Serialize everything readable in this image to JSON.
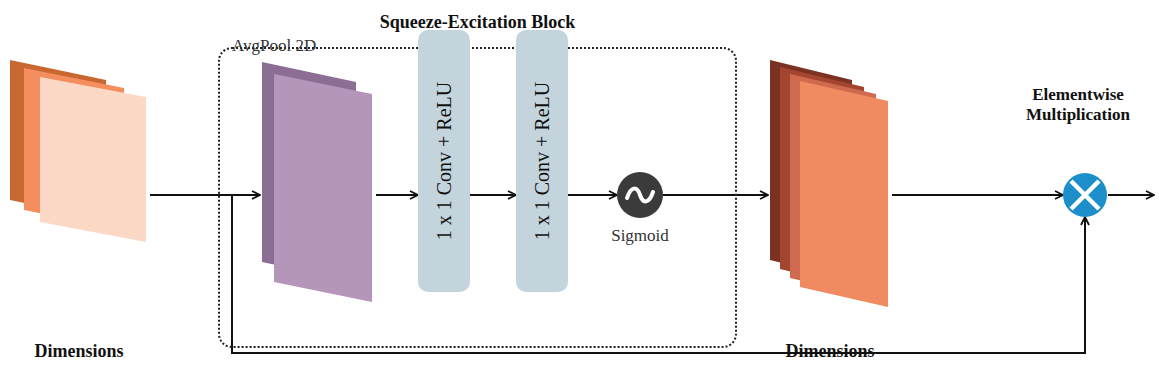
{
  "diagram": {
    "nodes": [
      {
        "text": [
          "Dimensions"
        ]
      },
      {
        "text": [
          "Squeeze-Excitation Block"
        ]
      },
      {
        "text": [
          "AvgPool 2D"
        ],
        "in": 1
      },
      {
        "text": [
          "1 x 1 Conv + ReLU"
        ],
        "in": 1
      },
      {
        "text": [
          "1 x 1 Conv + ReLU"
        ],
        "in": 1
      },
      {
        "text": [
          "Sigmoid"
        ],
        "in": 1
      },
      {
        "text": [
          "Dimensions"
        ]
      },
      {
        "text": [
          "Elementwise Multiplication"
        ]
      }
    ],
    "edges": [
      {
        "from": 0,
        "to": 2,
        "arrow": "to"
      },
      {
        "from": 2,
        "to": 3,
        "arrow": "to"
      },
      {
        "from": 3,
        "to": 4,
        "arrow": "to"
      },
      {
        "from": 4,
        "to": 5,
        "arrow": "to"
      },
      {
        "from": 5,
        "to": 6,
        "arrow": "to"
      },
      {
        "from": 6,
        "to": 7,
        "arrow": "to"
      },
      {
        "from": 0,
        "to": 7,
        "arrow": "to"
      }
    ]
  }
}
